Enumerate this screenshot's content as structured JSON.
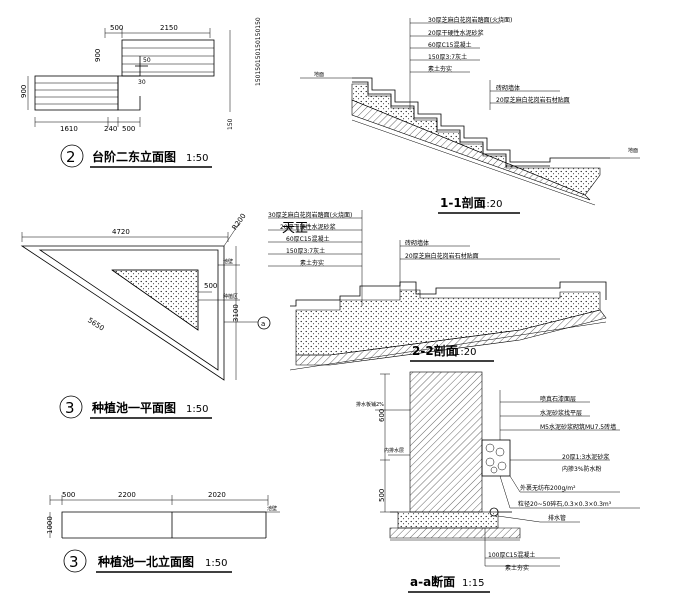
{
  "drawings": {
    "stair_east_elevation": {
      "number": "2",
      "title": "台阶二东立面图",
      "scale": "1:50",
      "dims_top": [
        "500",
        "2150"
      ],
      "dims_bottom": [
        "1610",
        "240",
        "500"
      ],
      "dim_left_upper": "900",
      "dim_left_lower": "900",
      "dim_right": "150150150150150150",
      "dim_right_bottom": "150",
      "dim_step": "30",
      "dim_step2": "50"
    },
    "section_1_1": {
      "title": "1-1剖面",
      "scale": "1:20",
      "layers": [
        "30厚芝麻白花岗岩踏面(火烧面)",
        "20厚干硬性水泥砂浆",
        "60厚C15混凝土",
        "150厚3:7灰土",
        "素土夯实"
      ],
      "note1": "砖砌墙体",
      "note2": "20厚芝麻白花岗岩石材贴面",
      "level_left": "地面",
      "level_right": "地面"
    },
    "planter_plan": {
      "number": "3",
      "title": "种植池一平面图",
      "scale": "1:50",
      "dim_top": "4720",
      "dim_diag": "5650",
      "dim_right": "3100",
      "dim_radius": "R200",
      "dim_inner": "500",
      "label_edge": "池壁",
      "label_plant": "种植区",
      "section_mark": "a"
    },
    "section_2_2": {
      "title": "2-2剖面",
      "scale": "1:20",
      "layers": [
        "30厚芝麻白花岗岩踏面(火烧面)",
        "20厚干硬性水泥砂浆",
        "60厚C15混凝土",
        "150厚3:7灰土",
        "素土夯实"
      ],
      "note1": "砖砌墙体",
      "note2": "20厚芝麻白花岗岩石材贴面",
      "watermark": "天正"
    },
    "planter_north_elevation": {
      "number": "3",
      "title": "种植池一北立面图",
      "scale": "1:50",
      "dims": [
        "500",
        "2200",
        "2020"
      ],
      "dim_height": "1000",
      "label": "池壁"
    },
    "section_a_a": {
      "title": "a-a断面",
      "scale": "1:15",
      "dim_upper": "600",
      "dim_lower": "500",
      "label_top_left": "排水板铺2%",
      "label_mid_left": "内排水层",
      "notes_right": [
        "喷真石漆面层",
        "水泥砂浆找平层",
        "M5水泥砂浆砌筑MU7.5砖墙"
      ],
      "note_mortar": "20厚1:3水泥砂浆",
      "note_mortar2": "内掺3%防水粉",
      "note_fabric": "外裹无纺布200g/m²",
      "note_gravel": "粒径20~50碎石,0.3×0.3×0.3m³",
      "note_drain": "排水管",
      "note_base": "100厚C15混凝土",
      "note_soil": "素土夯实"
    }
  }
}
